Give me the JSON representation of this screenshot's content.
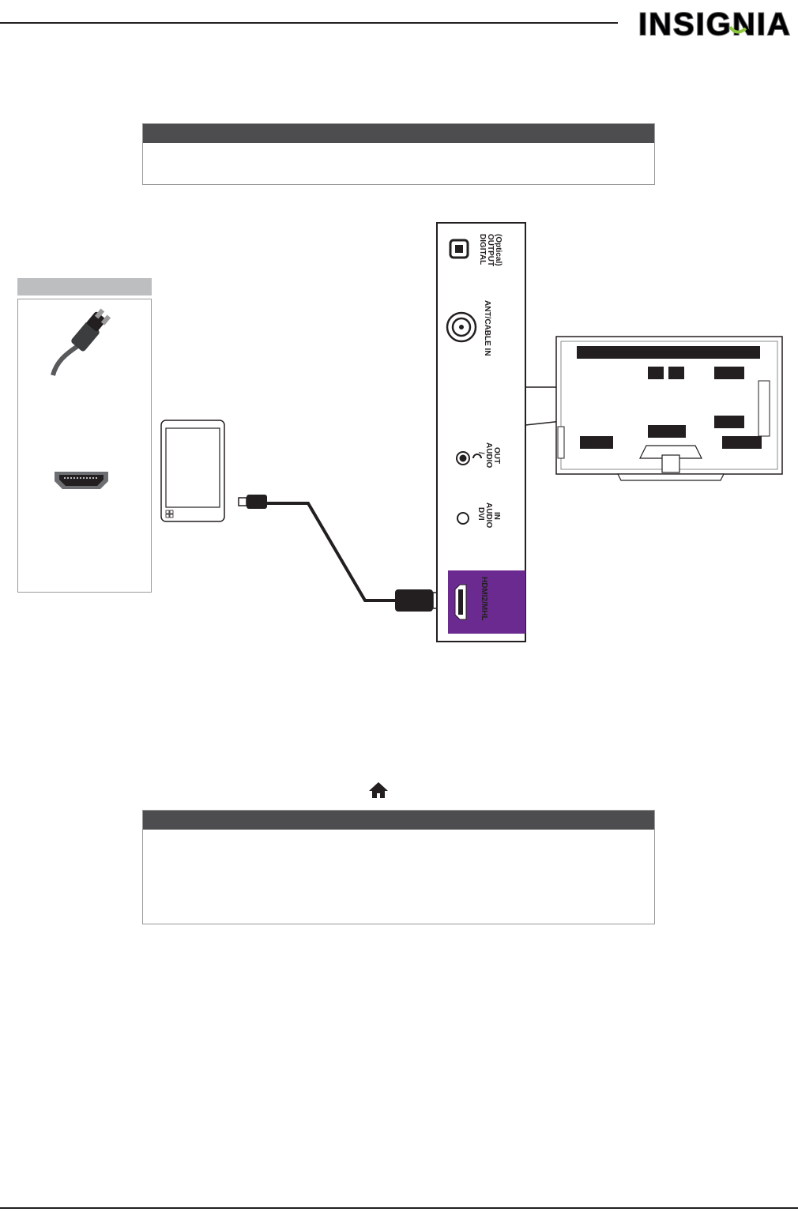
{
  "header": {
    "brand": "INSIGNIA"
  },
  "panel": {
    "digital_output_line1": "DIGITAL",
    "digital_output_line2": "OUTPUT",
    "digital_output_line3": "(Optical)",
    "ant_cable_in": "ANT/CABLE IN",
    "audio_out_line1": "/",
    "audio_out_line2": "AUDIO",
    "audio_out_line3": "OUT",
    "dvi_audio_line1": "DVI",
    "dvi_audio_line2": "AUDIO",
    "dvi_audio_line3": "IN",
    "hdmi_port": "HDMI2/MHL"
  },
  "colors": {
    "hdmi_panel": "#6b2a8f",
    "note_header": "#4d4d4f",
    "sidebar_header": "#bcbec0",
    "logo_accent": "#8dc63f"
  },
  "icons": {
    "home": "home-icon",
    "mhl_connector": "mhl-connector-icon",
    "hdmi_connector": "hdmi-connector-icon",
    "mobile_device": "mobile-device-icon",
    "tv_back": "tv-back-icon"
  }
}
